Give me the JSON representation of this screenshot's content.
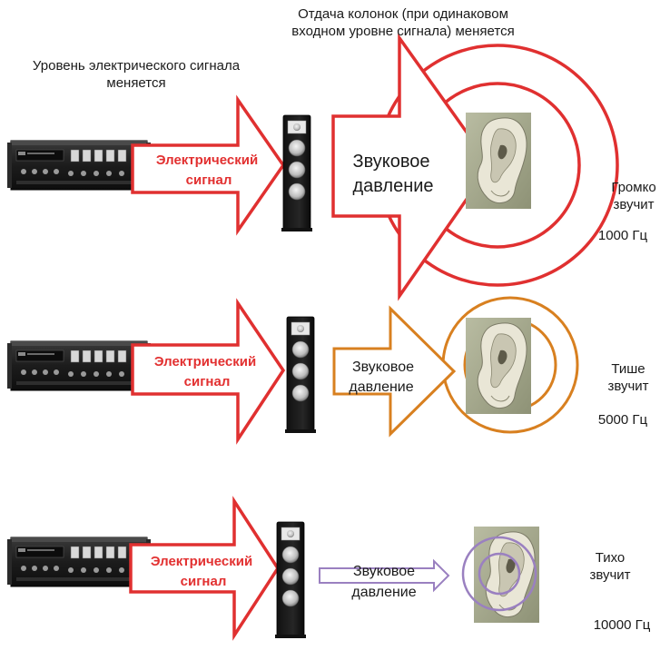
{
  "captions": {
    "signal_level": "Уровень электрического сигнала меняется",
    "speaker_output": "Отдача колонок (при одинаковом входном уровне сигнала) меняется"
  },
  "rows": [
    {
      "electric_signal": "Электрический сигнал",
      "electric_line1": "Электрический",
      "electric_line2": "сигнал",
      "pressure_line1": "Звуковое",
      "pressure_line2": "давление",
      "loudness_line1": "Громко",
      "loudness_line2": "звучит",
      "frequency": "1000 Гц",
      "color": "#e03030"
    },
    {
      "electric_line1": "Электрический",
      "electric_line2": "сигнал",
      "pressure_line1": "Звуковое",
      "pressure_line2": "давление",
      "loudness_line1": "Тише",
      "loudness_line2": "звучит",
      "frequency": "5000 Гц",
      "color": "#d88020"
    },
    {
      "electric_line1": "Электрический",
      "electric_line2": "сигнал",
      "pressure_line1": "Звуковое",
      "pressure_line2": "давление",
      "loudness_line1": "Тихо",
      "loudness_line2": "звучит",
      "frequency": "10000 Гц",
      "color": "#9a80c0"
    }
  ],
  "icons": [
    "amplifier-icon",
    "speaker-icon",
    "ear-icon"
  ]
}
